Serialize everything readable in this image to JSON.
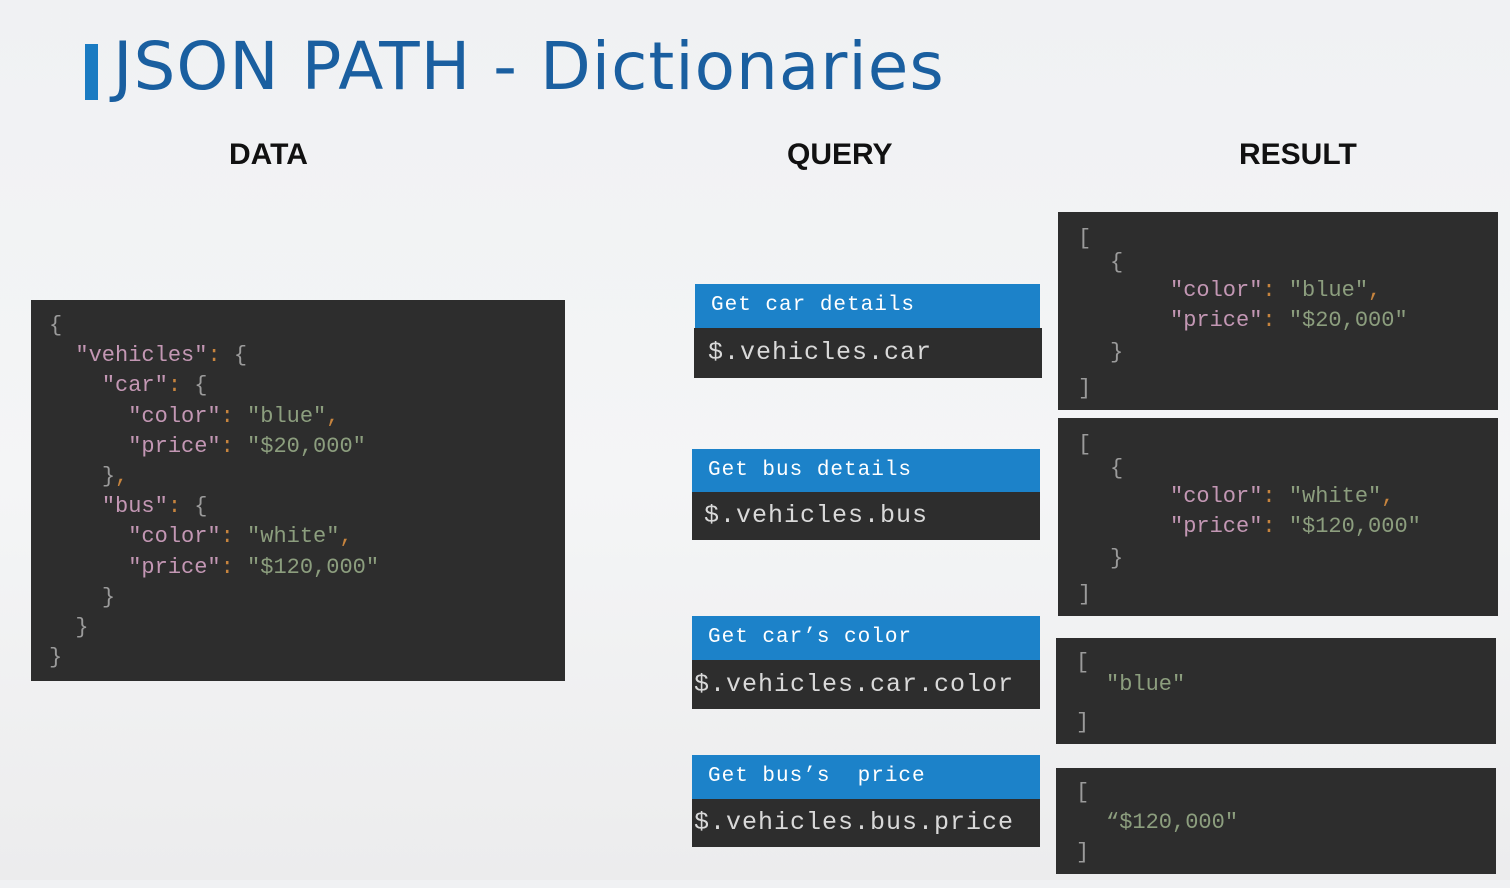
{
  "title": "JSON PATH - Dictionaries",
  "columns": {
    "data": "DATA",
    "query": "QUERY",
    "result": "RESULT"
  },
  "data_lines": [
    "{",
    "  \"vehicles\": {",
    "    \"car\": {",
    "      \"color\": \"blue\",",
    "      \"price\": \"$20,000\"",
    "    },",
    "    \"bus\": {",
    "      \"color\": \"white\",",
    "      \"price\": \"$120,000\"",
    "    }",
    "  }",
    "}"
  ],
  "queries": [
    {
      "label": "Get car details",
      "expr": "$.vehicles.car"
    },
    {
      "label": "Get bus details",
      "expr": "$.vehicles.bus"
    },
    {
      "label": "Get car’s color",
      "expr": "$.vehicles.car.color"
    },
    {
      "label": "Get bus’s  price",
      "expr": "$.vehicles.bus.price"
    }
  ],
  "results": [
    {
      "open": "[",
      "inner_open": "{",
      "l1_key": "\"color\"",
      "l1_val": "\"blue\"",
      "l2_key": "\"price\"",
      "l2_val": "\"$20,000\"",
      "inner_close": "}",
      "close": "]"
    },
    {
      "open": "[",
      "inner_open": "{",
      "l1_key": "\"color\"",
      "l1_val": "\"white\"",
      "l2_key": "\"price\"",
      "l2_val": "\"$120,000\"",
      "inner_close": "}",
      "close": "]"
    },
    {
      "open": "[",
      "value": "\"blue\"",
      "close": "]"
    },
    {
      "open": "[",
      "value": "“$120,000\"",
      "close": "]"
    }
  ],
  "colors": {
    "title": "#1a5fa0",
    "accent": "#1c82c9",
    "code_bg": "#2d2d2d",
    "key": "#c397b4",
    "string": "#8c9e7e",
    "punct": "#c7843e"
  }
}
